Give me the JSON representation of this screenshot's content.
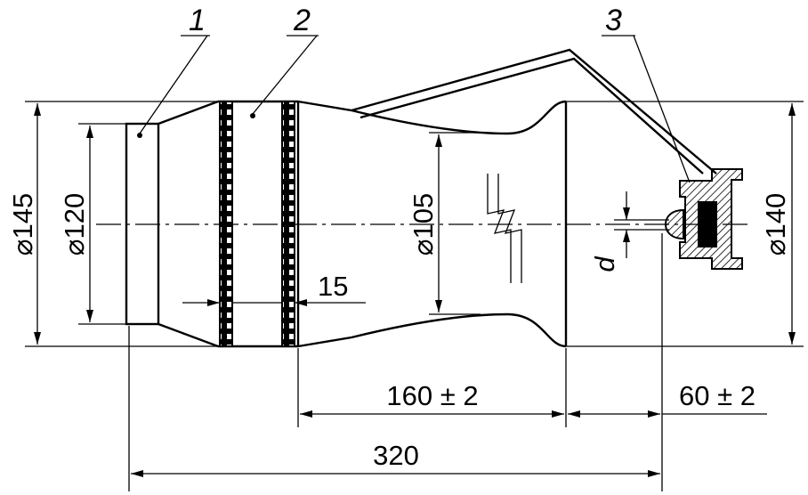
{
  "callouts": {
    "c1": "1",
    "c2": "2",
    "c3": "3"
  },
  "dims": {
    "d145": "⌀145",
    "d120": "⌀120",
    "d105": "⌀105",
    "d140": "⌀140",
    "w15": "15",
    "d_label": "d",
    "len160": "160 ± 2",
    "len60": "60 ± 2",
    "len320": "320"
  }
}
